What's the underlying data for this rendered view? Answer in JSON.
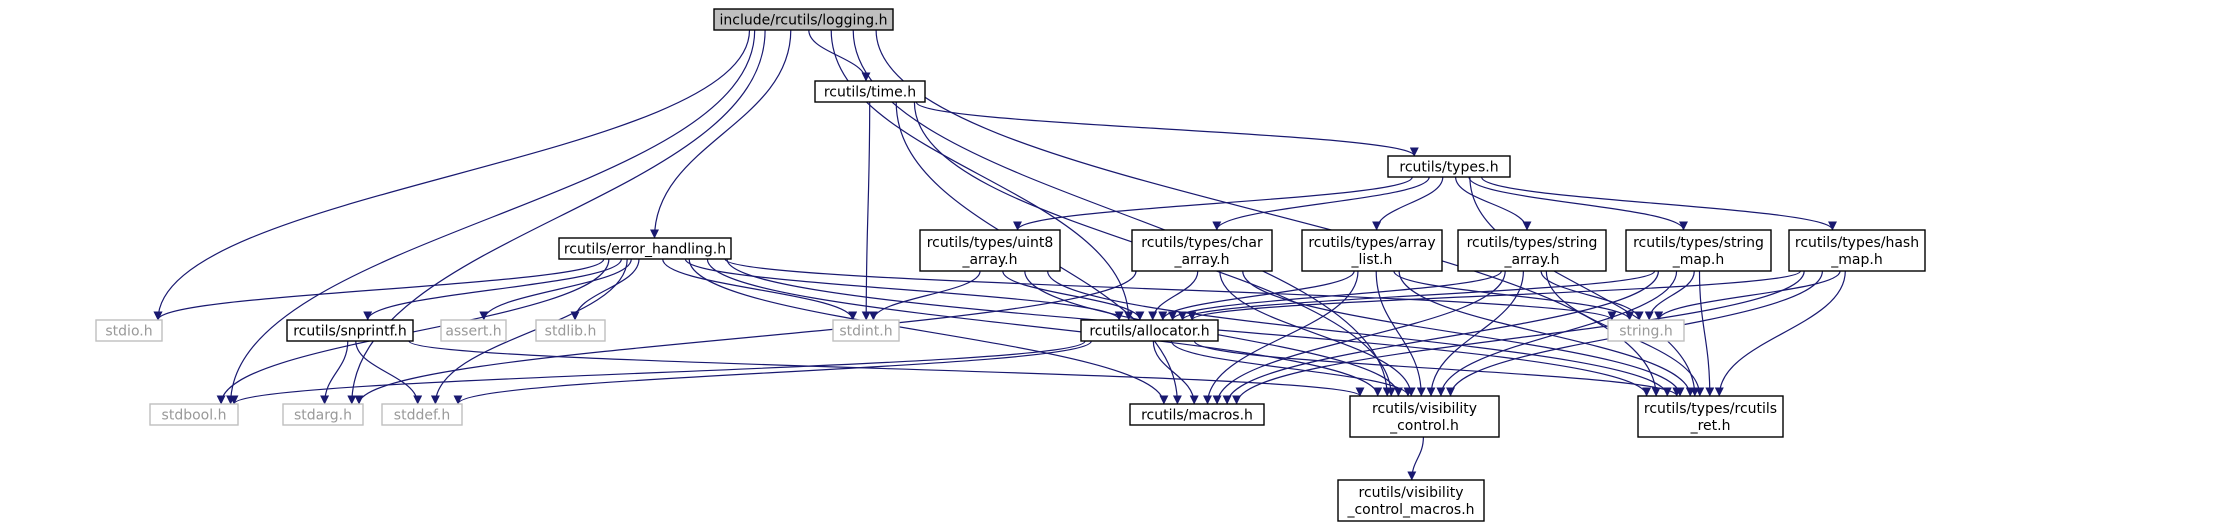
{
  "title": "include/rcutils/logging.h",
  "colors": {
    "edge": "#191970",
    "root_fill": "#bfbfbf",
    "system_border": "#bfbfbf",
    "system_text": "#999999"
  },
  "nodes": [
    {
      "id": "logging",
      "lines": [
        "include/rcutils/logging.h"
      ],
      "kind": "root"
    },
    {
      "id": "time",
      "lines": [
        "rcutils/time.h"
      ],
      "kind": "project"
    },
    {
      "id": "types",
      "lines": [
        "rcutils/types.h"
      ],
      "kind": "project"
    },
    {
      "id": "error_handling",
      "lines": [
        "rcutils/error_handling.h"
      ],
      "kind": "project"
    },
    {
      "id": "uint8_array",
      "lines": [
        "rcutils/types/uint8",
        "_array.h"
      ],
      "kind": "project"
    },
    {
      "id": "char_array",
      "lines": [
        "rcutils/types/char",
        "_array.h"
      ],
      "kind": "project"
    },
    {
      "id": "array_list",
      "lines": [
        "rcutils/types/array",
        "_list.h"
      ],
      "kind": "project"
    },
    {
      "id": "string_array",
      "lines": [
        "rcutils/types/string",
        "_array.h"
      ],
      "kind": "project"
    },
    {
      "id": "string_map",
      "lines": [
        "rcutils/types/string",
        "_map.h"
      ],
      "kind": "project"
    },
    {
      "id": "hash_map",
      "lines": [
        "rcutils/types/hash",
        "_map.h"
      ],
      "kind": "project"
    },
    {
      "id": "stdio",
      "lines": [
        "stdio.h"
      ],
      "kind": "system"
    },
    {
      "id": "snprintf",
      "lines": [
        "rcutils/snprintf.h"
      ],
      "kind": "project"
    },
    {
      "id": "assert",
      "lines": [
        "assert.h"
      ],
      "kind": "system"
    },
    {
      "id": "stdlib",
      "lines": [
        "stdlib.h"
      ],
      "kind": "system"
    },
    {
      "id": "stdint",
      "lines": [
        "stdint.h"
      ],
      "kind": "system"
    },
    {
      "id": "allocator",
      "lines": [
        "rcutils/allocator.h"
      ],
      "kind": "project"
    },
    {
      "id": "string",
      "lines": [
        "string.h"
      ],
      "kind": "system"
    },
    {
      "id": "stdbool",
      "lines": [
        "stdbool.h"
      ],
      "kind": "system"
    },
    {
      "id": "stdarg",
      "lines": [
        "stdarg.h"
      ],
      "kind": "system"
    },
    {
      "id": "stddef",
      "lines": [
        "stddef.h"
      ],
      "kind": "system"
    },
    {
      "id": "macros",
      "lines": [
        "rcutils/macros.h"
      ],
      "kind": "project"
    },
    {
      "id": "visibility_control",
      "lines": [
        "rcutils/visibility",
        "_control.h"
      ],
      "kind": "project"
    },
    {
      "id": "rcutils_ret",
      "lines": [
        "rcutils/types/rcutils",
        "_ret.h"
      ],
      "kind": "project"
    },
    {
      "id": "visibility_control_macros",
      "lines": [
        "rcutils/visibility",
        "_control_macros.h"
      ],
      "kind": "project"
    }
  ],
  "edges": [
    [
      "logging",
      "time"
    ],
    [
      "logging",
      "error_handling"
    ],
    [
      "logging",
      "allocator"
    ],
    [
      "logging",
      "stdio"
    ],
    [
      "logging",
      "stdbool"
    ],
    [
      "logging",
      "stdarg"
    ],
    [
      "logging",
      "visibility_control"
    ],
    [
      "logging",
      "rcutils_ret"
    ],
    [
      "time",
      "types"
    ],
    [
      "time",
      "stdint"
    ],
    [
      "time",
      "macros"
    ],
    [
      "time",
      "visibility_control"
    ],
    [
      "types",
      "uint8_array"
    ],
    [
      "types",
      "char_array"
    ],
    [
      "types",
      "array_list"
    ],
    [
      "types",
      "string_array"
    ],
    [
      "types",
      "string_map"
    ],
    [
      "types",
      "hash_map"
    ],
    [
      "types",
      "rcutils_ret"
    ],
    [
      "error_handling",
      "stdio"
    ],
    [
      "error_handling",
      "snprintf"
    ],
    [
      "error_handling",
      "assert"
    ],
    [
      "error_handling",
      "stdlib"
    ],
    [
      "error_handling",
      "stdint"
    ],
    [
      "error_handling",
      "allocator"
    ],
    [
      "error_handling",
      "string"
    ],
    [
      "error_handling",
      "stdbool"
    ],
    [
      "error_handling",
      "stddef"
    ],
    [
      "error_handling",
      "macros"
    ],
    [
      "error_handling",
      "visibility_control"
    ],
    [
      "error_handling",
      "rcutils_ret"
    ],
    [
      "uint8_array",
      "stdint"
    ],
    [
      "uint8_array",
      "allocator"
    ],
    [
      "uint8_array",
      "rcutils_ret"
    ],
    [
      "uint8_array",
      "visibility_control"
    ],
    [
      "char_array",
      "stdarg"
    ],
    [
      "char_array",
      "allocator"
    ],
    [
      "char_array",
      "rcutils_ret"
    ],
    [
      "char_array",
      "visibility_control"
    ],
    [
      "array_list",
      "allocator"
    ],
    [
      "array_list",
      "string"
    ],
    [
      "array_list",
      "macros"
    ],
    [
      "array_list",
      "visibility_control"
    ],
    [
      "array_list",
      "rcutils_ret"
    ],
    [
      "string_array",
      "string"
    ],
    [
      "string_array",
      "allocator"
    ],
    [
      "string_array",
      "macros"
    ],
    [
      "string_array",
      "rcutils_ret"
    ],
    [
      "string_array",
      "visibility_control"
    ],
    [
      "string_map",
      "string"
    ],
    [
      "string_map",
      "allocator"
    ],
    [
      "string_map",
      "macros"
    ],
    [
      "string_map",
      "visibility_control"
    ],
    [
      "string_map",
      "rcutils_ret"
    ],
    [
      "hash_map",
      "string"
    ],
    [
      "hash_map",
      "allocator"
    ],
    [
      "hash_map",
      "macros"
    ],
    [
      "hash_map",
      "visibility_control"
    ],
    [
      "hash_map",
      "rcutils_ret"
    ],
    [
      "snprintf",
      "stdarg"
    ],
    [
      "snprintf",
      "stddef"
    ],
    [
      "snprintf",
      "visibility_control"
    ],
    [
      "allocator",
      "stdbool"
    ],
    [
      "allocator",
      "stddef"
    ],
    [
      "allocator",
      "macros"
    ],
    [
      "allocator",
      "visibility_control"
    ],
    [
      "allocator",
      "rcutils_ret"
    ],
    [
      "visibility_control",
      "visibility_control_macros"
    ]
  ]
}
